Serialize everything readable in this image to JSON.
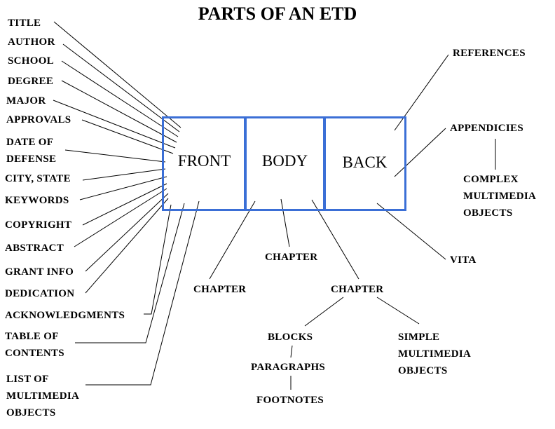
{
  "title": "PARTS OF AN ETD",
  "sections": {
    "front": "FRONT",
    "body": "BODY",
    "back": "BACK"
  },
  "front_items": {
    "title": "TITLE",
    "author": "AUTHOR",
    "school": "SCHOOL",
    "degree": "DEGREE",
    "major": "MAJOR",
    "approvals": "APPROVALS",
    "date_of_defense": [
      "DATE OF",
      "DEFENSE"
    ],
    "city_state": "CITY, STATE",
    "keywords": "KEYWORDS",
    "copyright": "COPYRIGHT",
    "abstract": "ABSTRACT",
    "grant_info": "GRANT INFO",
    "dedication": "DEDICATION",
    "acknowledgments": "ACKNOWLEDGMENTS",
    "table_of_contents": [
      "TABLE OF",
      "CONTENTS"
    ],
    "list_of_multimedia_objects": [
      "LIST OF",
      "MULTIMEDIA",
      "OBJECTS"
    ]
  },
  "body_items": {
    "chapter_left": "CHAPTER",
    "chapter_middle": "CHAPTER",
    "chapter_right": "CHAPTER",
    "blocks": "BLOCKS",
    "paragraphs": "PARAGRAPHS",
    "footnotes": "FOOTNOTES",
    "simple_multimedia_objects": [
      "SIMPLE",
      "MULTIMEDIA",
      "OBJECTS"
    ]
  },
  "back_items": {
    "references": "REFERENCES",
    "appendicies": "APPENDICIES",
    "complex_multimedia_objects": [
      "COMPLEX",
      "MULTIMEDIA",
      "OBJECTS"
    ],
    "vita": "VITA"
  },
  "colors": {
    "box_border": "#3b6fd6",
    "text": "#000000",
    "connector": "#000000"
  }
}
